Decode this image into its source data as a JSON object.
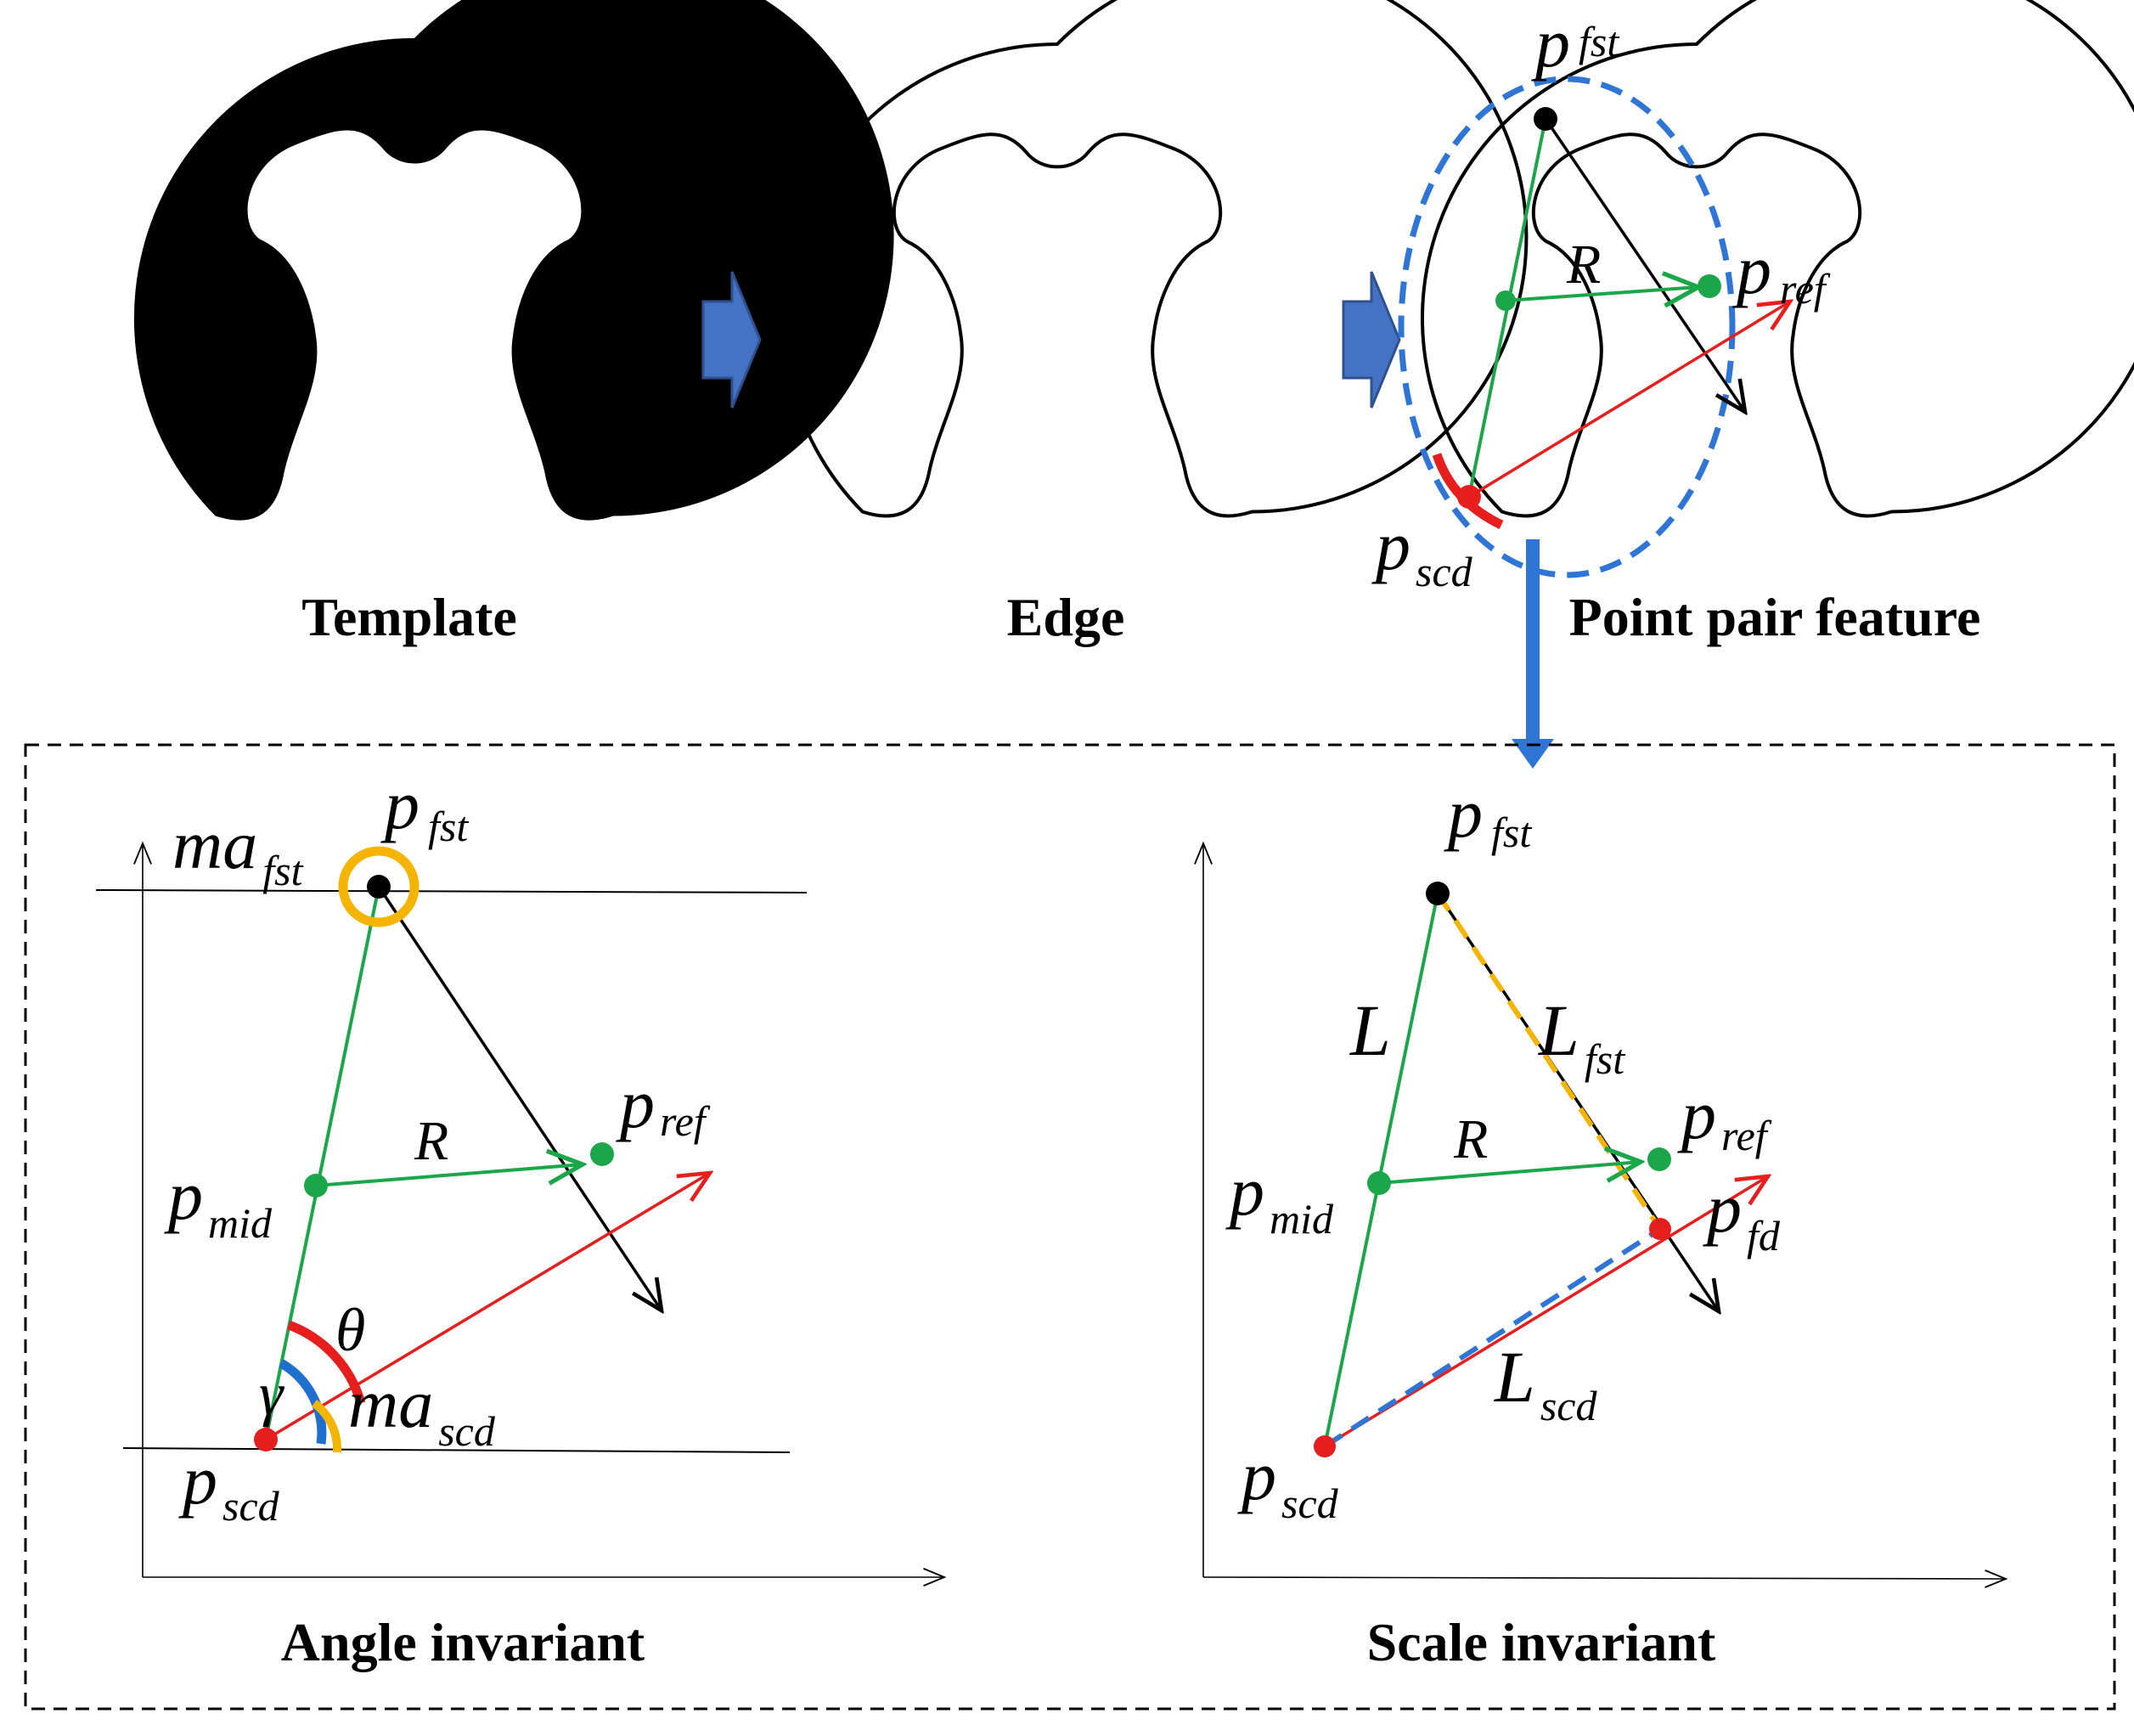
{
  "top_row": {
    "captions": {
      "template": "Template",
      "edge": "Edge",
      "ppf": "Point pair feature"
    },
    "ppf_labels": {
      "p_fst": {
        "base": "p",
        "sub": "fst"
      },
      "p_scd": {
        "base": "p",
        "sub": "scd"
      },
      "p_ref": {
        "base": "p",
        "sub": "ref"
      },
      "R": "R"
    }
  },
  "angle_panel": {
    "caption": "Angle invariant",
    "labels": {
      "ma_fst": {
        "base": "ma",
        "sub": "fst"
      },
      "p_fst": {
        "base": "p",
        "sub": "fst"
      },
      "p_ref": {
        "base": "p",
        "sub": "ref"
      },
      "p_mid": {
        "base": "p",
        "sub": "mid"
      },
      "p_scd": {
        "base": "p",
        "sub": "scd"
      },
      "ma_scd": {
        "base": "ma",
        "sub": "scd"
      },
      "R": "R",
      "theta": "θ",
      "gamma": "γ"
    }
  },
  "scale_panel": {
    "caption": "Scale invariant",
    "labels": {
      "p_fst": {
        "base": "p",
        "sub": "fst"
      },
      "p_ref": {
        "base": "p",
        "sub": "ref"
      },
      "p_mid": {
        "base": "p",
        "sub": "mid"
      },
      "p_fd": {
        "base": "p",
        "sub": "fd"
      },
      "p_scd": {
        "base": "p",
        "sub": "scd"
      },
      "L": "L",
      "L_fst": {
        "base": "L",
        "sub": "fst"
      },
      "L_scd": {
        "base": "L",
        "sub": "scd"
      },
      "R": "R"
    }
  },
  "colors": {
    "green": "#1ca64a",
    "red": "#e61e1e",
    "black": "#000000",
    "blue_arrow": "#4472c4",
    "blue_dash": "#2e75d6",
    "orange": "#f5b400",
    "blue_arc": "#1e6fd0"
  }
}
